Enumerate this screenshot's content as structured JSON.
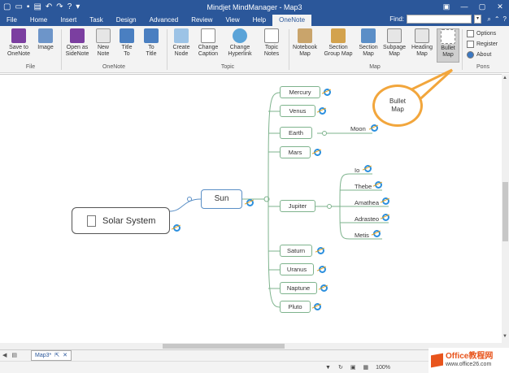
{
  "app": {
    "title": "Mindjet MindManager - Map3"
  },
  "menu": {
    "tabs": [
      "File",
      "Home",
      "Insert",
      "Task",
      "Design",
      "Advanced",
      "Review",
      "View",
      "Help",
      "OneNote"
    ],
    "active_tab": "OneNote",
    "find_label": "Find:"
  },
  "ribbon": {
    "groups": {
      "file": "File",
      "onenote": "OneNote",
      "topic": "Topic",
      "map": "Map",
      "pons": "Pons"
    },
    "buttons": {
      "save_to_onenote": "Save to\nOneNote",
      "image": "Image",
      "open_as_sidenote": "Open as\nSideNote",
      "new_note": "New\nNote",
      "title_to": "Title\nTo",
      "to_title": "To\nTitle",
      "create_node": "Create\nNode",
      "change_caption": "Change\nCaption",
      "change_hyperlink": "Change\nHyperlink",
      "topic_notes": "Topic\nNotes",
      "notebook_map": "Notebook\nMap",
      "section_group_map": "Section\nGroup Map",
      "section_map": "Section\nMap",
      "subpage_map": "Subpage\nMap",
      "heading_map": "Heading\nMap",
      "bullet_map": "Bullet\nMap",
      "options": "Options",
      "register": "Register",
      "about": "About"
    }
  },
  "mindmap": {
    "central": "Solar System",
    "sun": "Sun",
    "planets": [
      "Mercury",
      "Venus",
      "Earth",
      "Mars",
      "Jupiter",
      "Saturn",
      "Uranus",
      "Naptune",
      "Pluto"
    ],
    "earth_moon": "Moon",
    "jupiter_moons": [
      "Io",
      "Thebe",
      "Amathea",
      "Adrasteo",
      "Metis"
    ]
  },
  "callout": "Bullet\nMap",
  "sheet": {
    "tab": "Map3*"
  },
  "status": {
    "zoom": "100%"
  },
  "watermark": {
    "line1": "Office教程网",
    "line2": "www.office26.com"
  }
}
